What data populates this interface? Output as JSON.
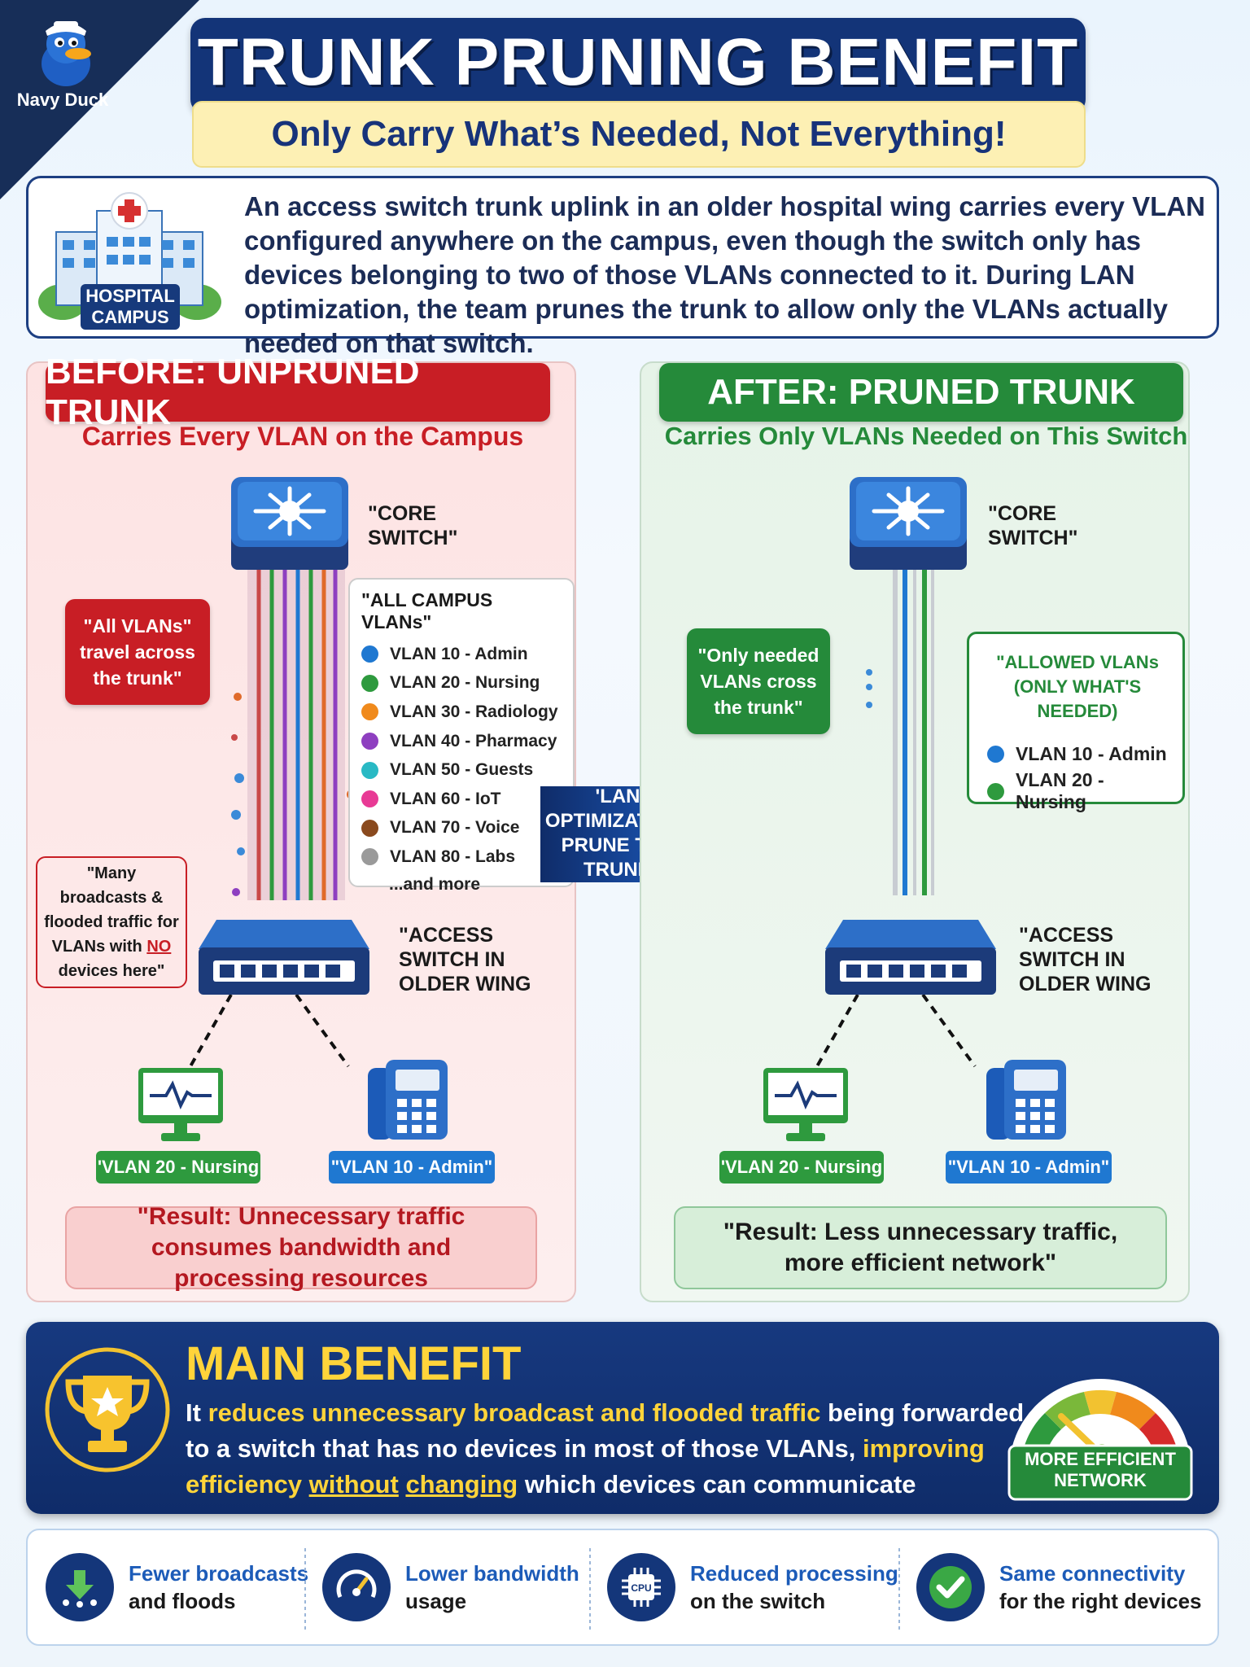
{
  "brand": {
    "name": "Navy Duck"
  },
  "header": {
    "title": "TRUNK PRUNING BENEFIT",
    "subtitle": "Only Carry What’s Needed, Not Everything!"
  },
  "intro": {
    "icon_label_line1": "HOSPITAL",
    "icon_label_line2": "CAMPUS",
    "text": "An access switch trunk uplink in an older hospital wing carries every VLAN configured anywhere on the campus, even though the switch only has devices belonging to two of those VLANs connected to it. During LAN optimization, the team prunes the trunk to allow only the VLANs actually needed on that switch."
  },
  "before": {
    "heading": "BEFORE: UNPRUNED TRUNK",
    "subheading": "Carries Every VLAN on the Campus",
    "core_label_line1": "\"CORE",
    "core_label_line2": "SWITCH\"",
    "callout_all": "\"All VLANs\" travel across the trunk\"",
    "callout_broadcast_pre": "\"Many broadcasts & flooded traffic for VLANs with ",
    "callout_broadcast_no": "NO",
    "callout_broadcast_post": " devices here\"",
    "list_title": "\"ALL CAMPUS VLANs\"",
    "vlans": [
      {
        "label": "VLAN 10 - Admin",
        "color": "#1f78d1"
      },
      {
        "label": "VLAN 20 - Nursing",
        "color": "#2e9a3e"
      },
      {
        "label": "VLAN 30 - Radiology",
        "color": "#f08a1c"
      },
      {
        "label": "VLAN 40 - Pharmacy",
        "color": "#8e3fc0"
      },
      {
        "label": "VLAN 50 - Guests",
        "color": "#29b9c4"
      },
      {
        "label": "VLAN 60 - IoT",
        "color": "#e83a95"
      },
      {
        "label": "VLAN 70 - Voice",
        "color": "#8a4a1e"
      },
      {
        "label": "VLAN 80 - Labs",
        "color": "#9a9a9a"
      }
    ],
    "list_more": "...and more",
    "access_label_line1": "\"ACCESS",
    "access_label_line2": "SWITCH IN",
    "access_label_line3": "OLDER WING",
    "pc_pill": "'VLAN 20 - Nursing",
    "phone_pill": "\"VLAN 10 - Admin\"",
    "result": "\"Result: Unnecessary traffic consumes bandwidth and processing resources"
  },
  "arrow": {
    "line1": "'LAN",
    "line2": "OPTIMIZATION:",
    "line3": "PRUNE THE",
    "line4": "TRUNK"
  },
  "after": {
    "heading": "AFTER: PRUNED TRUNK",
    "subheading": "Carries Only VLANs Needed on This Switch",
    "core_label_line1": "\"CORE",
    "core_label_line2": "SWITCH\"",
    "callout_only": "\"Only needed VLANs cross the trunk\"",
    "list_title_line1": "\"ALLOWED VLANs",
    "list_title_line2": "(ONLY WHAT'S NEEDED)",
    "vlans": [
      {
        "label": "VLAN 10 - Admin",
        "color": "#1f78d1"
      },
      {
        "label": "VLAN 20 - Nursing",
        "color": "#2e9a3e"
      }
    ],
    "access_label_line1": "\"ACCESS",
    "access_label_line2": "SWITCH IN",
    "access_label_line3": "OLDER WING",
    "pc_pill": "'VLAN 20 - Nursing",
    "phone_pill": "\"VLAN 10 - Admin\"",
    "result": "\"Result: Less unnecessary traffic, more efficient network\""
  },
  "main_benefit": {
    "title": "MAIN BENEFIT",
    "t1": "It ",
    "t2": "reduces unnecessary broadcast and flooded traffic",
    "t3": " being forwarded to a switch that has no devices in most of those VLANs, ",
    "t4": "improving efficiency ",
    "t5": "without",
    "t6": " ",
    "t7": "changing",
    "t8": " which devices can communicate",
    "gauge_label_line1": "MORE EFFICIENT",
    "gauge_label_line2": "NETWORK"
  },
  "features": [
    {
      "line1": "Fewer broadcasts",
      "line2": "and floods",
      "icon": "download-arrow-icon"
    },
    {
      "line1": "Lower bandwidth",
      "line2": "usage",
      "icon": "speedometer-icon"
    },
    {
      "line1": "Reduced processing",
      "line2": "on the switch",
      "icon": "cpu-icon",
      "chip_text": "CPU"
    },
    {
      "line1": "Same connectivity",
      "line2": "for the right devices",
      "icon": "checkmark-icon"
    }
  ]
}
